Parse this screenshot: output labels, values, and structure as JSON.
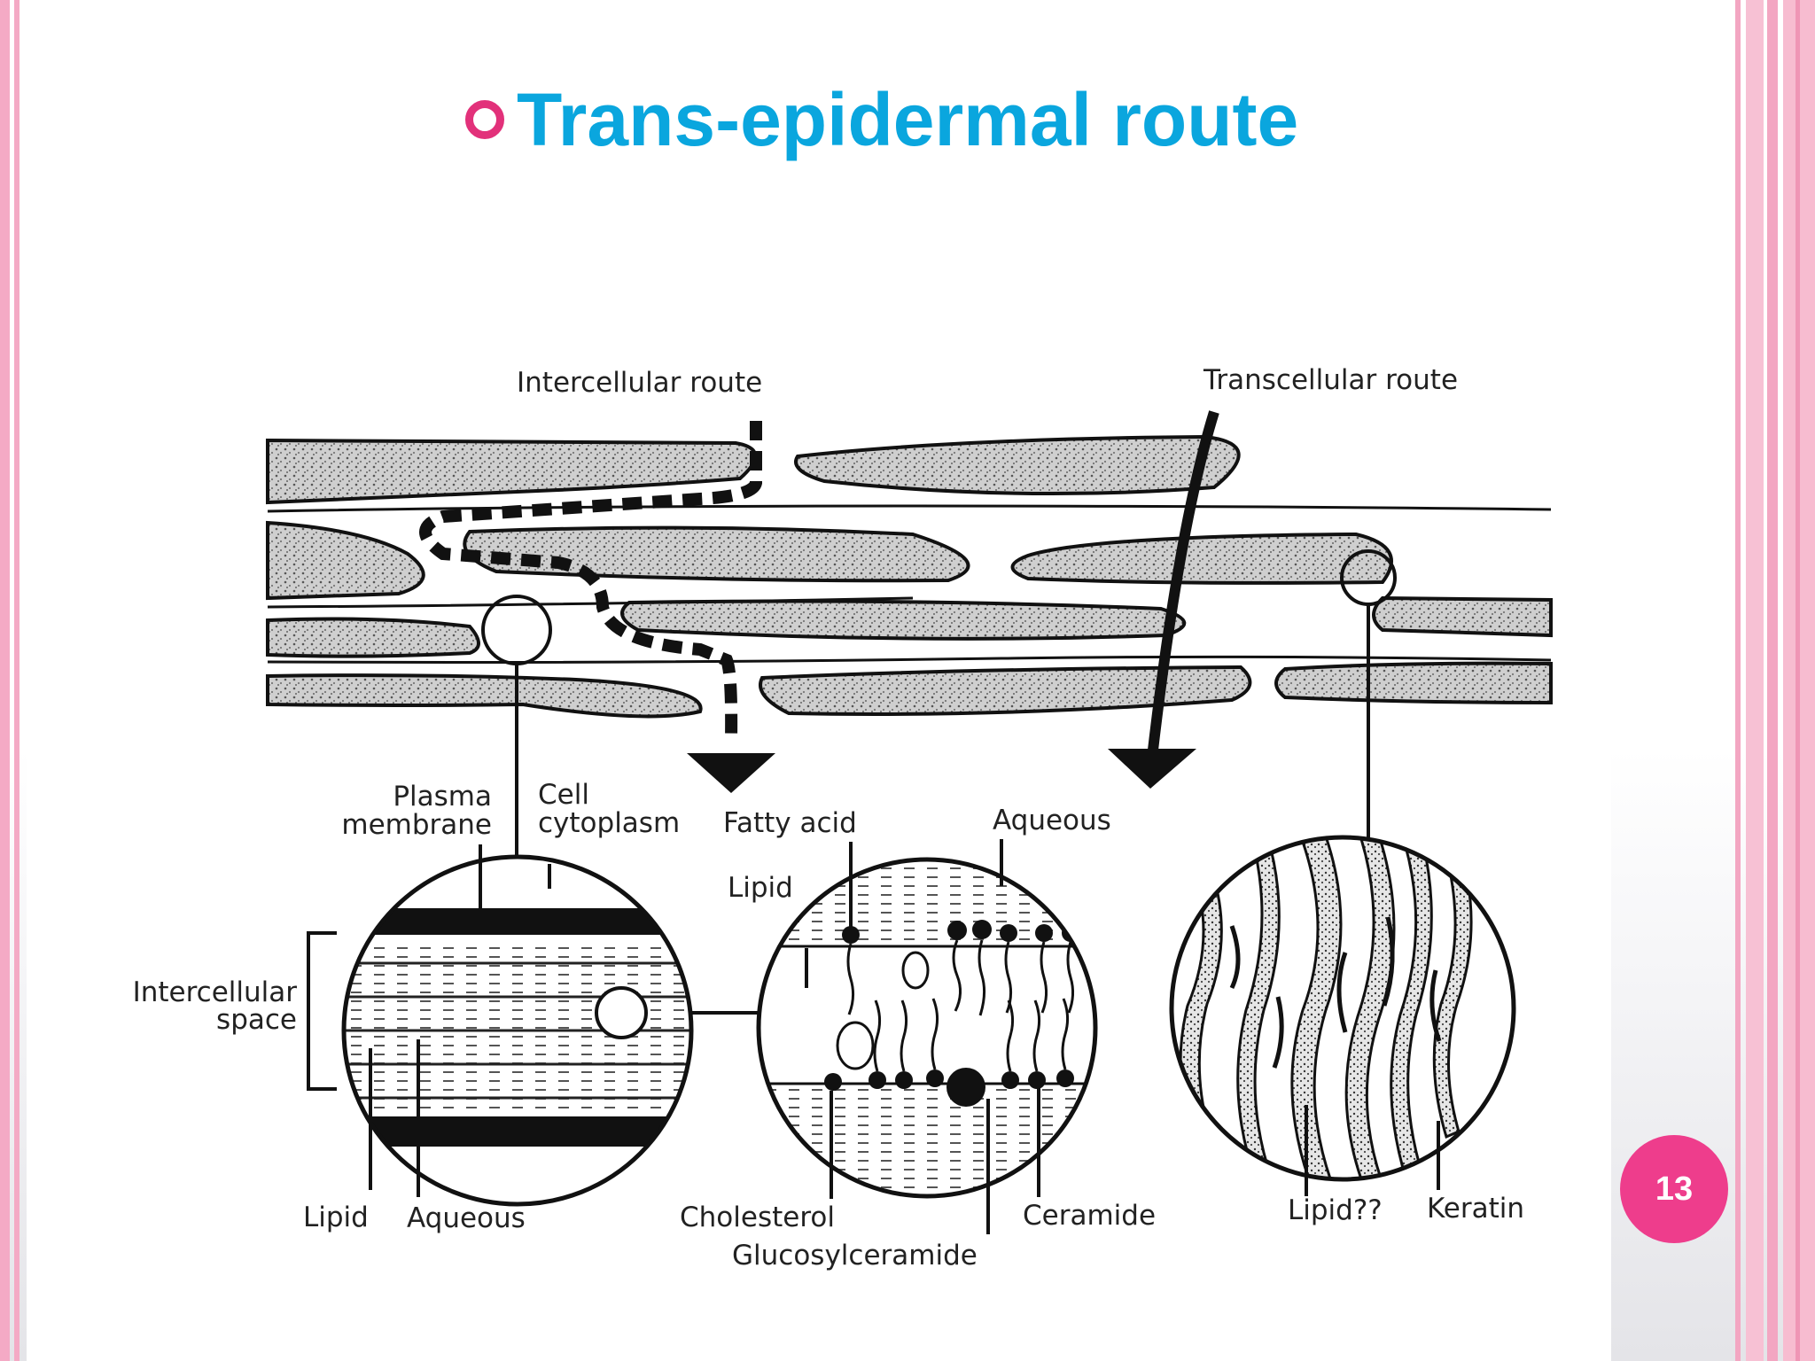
{
  "slide": {
    "title": "Trans-epidermal route",
    "page_number": "13",
    "colors": {
      "title": "#0aa6de",
      "bullet": "#e2317a",
      "badge": "#ee3d8c",
      "border": "#f4aac5"
    }
  },
  "diagram": {
    "route_labels": {
      "intercellular": "Intercellular route",
      "transcellular": "Transcellular route"
    },
    "left_circle": {
      "plasma_membrane": [
        "Plasma",
        "membrane"
      ],
      "cell_cytoplasm": [
        "Cell",
        "cytoplasm"
      ],
      "intercellular_space": [
        "Intercellular",
        "space"
      ],
      "lipid": "Lipid",
      "aqueous": "Aqueous"
    },
    "middle_circle": {
      "fatty_acid": "Fatty acid",
      "aqueous": "Aqueous",
      "lipid": "Lipid",
      "cholesterol": "Cholesterol",
      "ceramide": "Ceramide",
      "glucosylceramide": "Glucosylceramide"
    },
    "right_circle": {
      "lipid": "Lipid??",
      "keratin": "Keratin"
    }
  }
}
